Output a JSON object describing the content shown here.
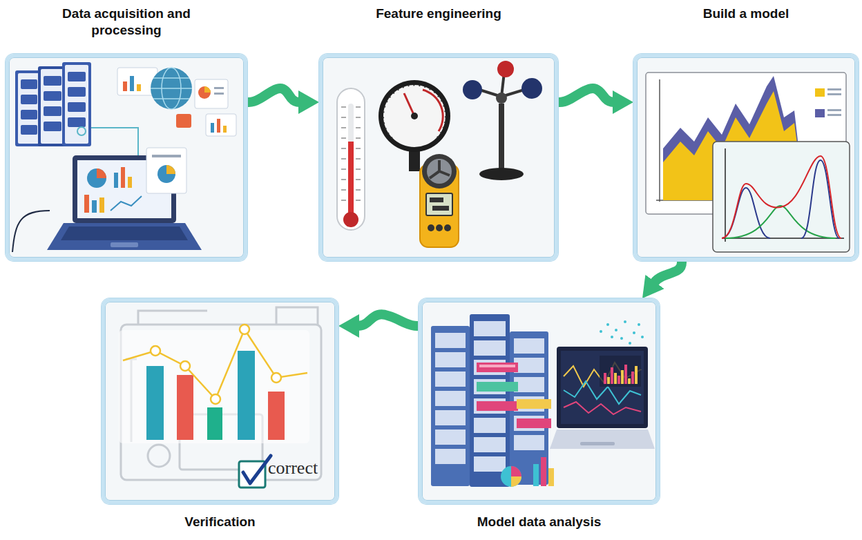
{
  "diagram": {
    "nodes": [
      {
        "text": [
          "Data acquisition and processing"
        ]
      },
      {
        "text": [
          "Feature engineering"
        ]
      },
      {
        "text": [
          "Build a model"
        ]
      },
      {
        "text": [
          "Model data analysis"
        ]
      },
      {
        "text": [
          "Verification"
        ]
      }
    ],
    "edges": [
      {
        "from": 0,
        "to": 1,
        "arrow": "to"
      },
      {
        "from": 1,
        "to": 2,
        "arrow": "to"
      },
      {
        "from": 2,
        "to": 3,
        "arrow": "to"
      },
      {
        "from": 3,
        "to": 4,
        "arrow": "to"
      }
    ],
    "labels": [
      "correct"
    ]
  }
}
